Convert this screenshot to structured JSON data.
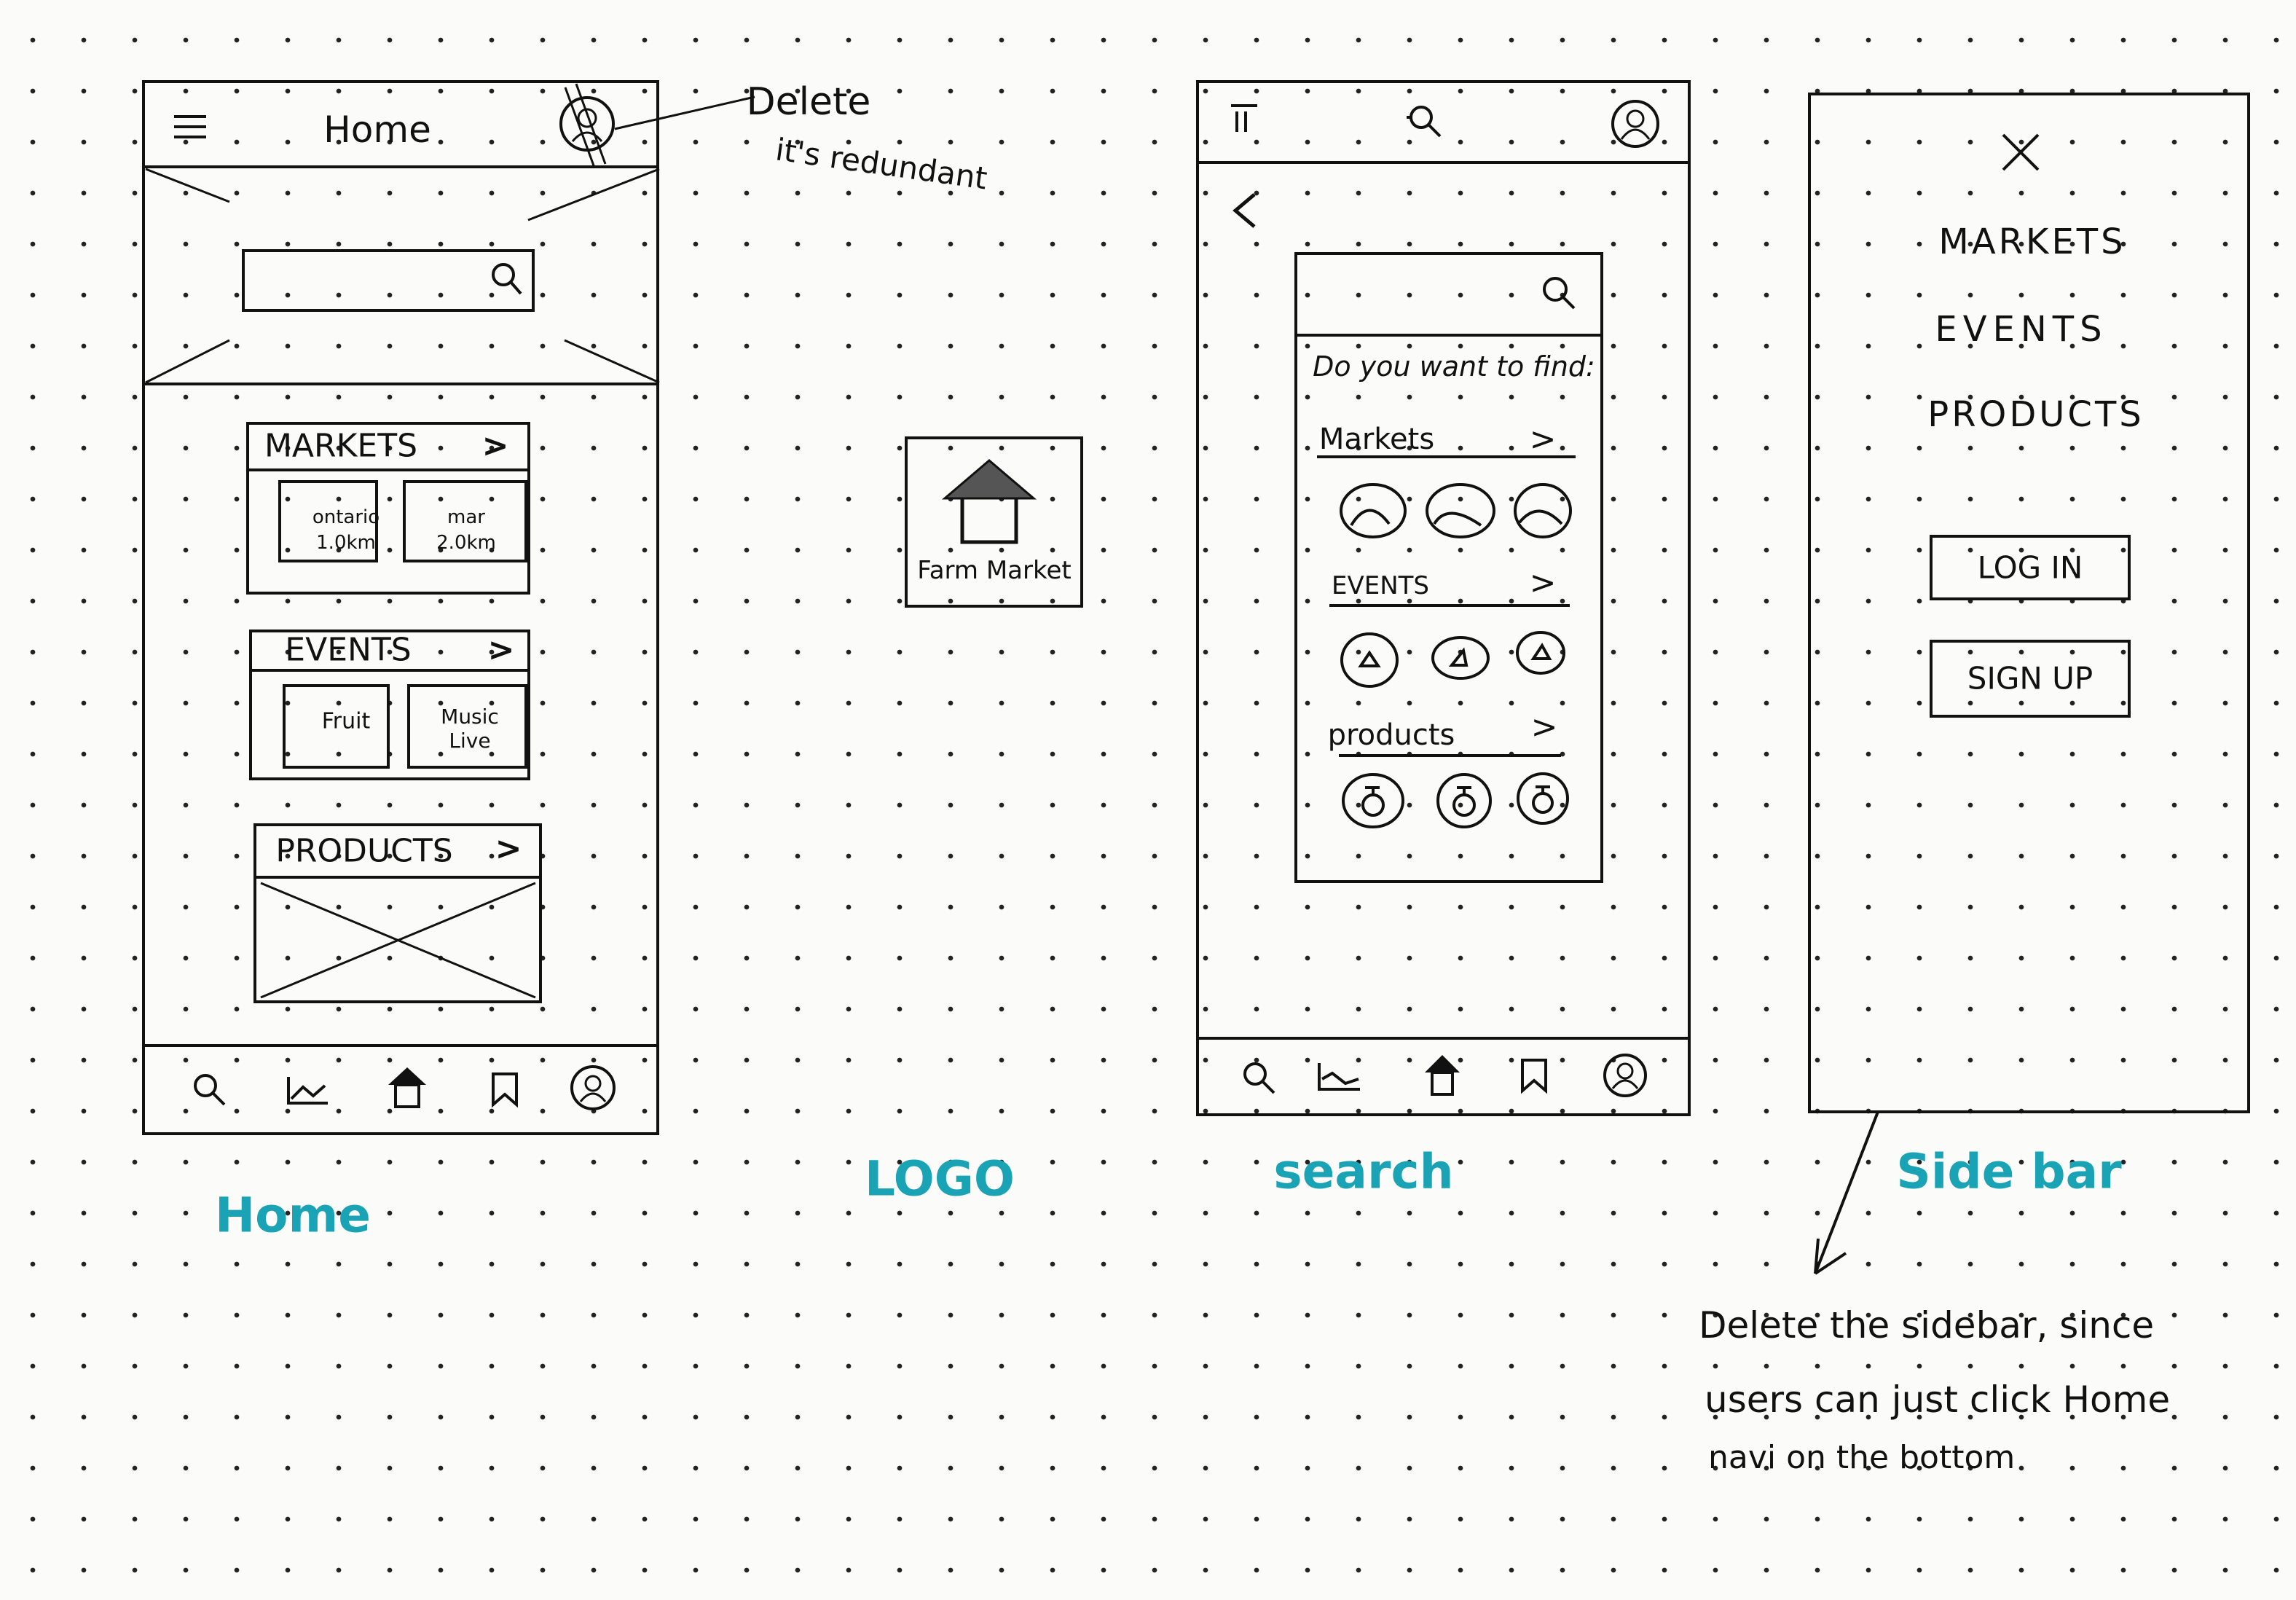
{
  "home": {
    "header_title": "Home",
    "markets": {
      "title": "MARKETS",
      "items": [
        {
          "name": "ontario",
          "distance": "1.0km"
        },
        {
          "name": "mar",
          "distance": "2.0km"
        }
      ]
    },
    "events": {
      "title": "EVENTS",
      "items": [
        {
          "name": "Fruit"
        },
        {
          "name": "Music Live"
        }
      ]
    },
    "products": {
      "title": "PRODUCTS"
    },
    "nav_icons": [
      "search-icon",
      "chart-icon",
      "home-icon",
      "bookmark-icon",
      "profile-icon"
    ],
    "label": "Home"
  },
  "annotation_profile": {
    "line1": "Delete",
    "line2": "it's redundant"
  },
  "logo": {
    "text": "Farm Market",
    "label": "LOGO",
    "roof_color": "#555555"
  },
  "search": {
    "prompt": "Do you want to find:",
    "sections": [
      {
        "title": "Markets"
      },
      {
        "title": "EVENTS"
      },
      {
        "title": "products"
      }
    ],
    "label": "search"
  },
  "sidebar": {
    "items": [
      "MARKETS",
      "EVENTS",
      "PRODUCTS"
    ],
    "login": "LOG IN",
    "signup": "SIGN UP",
    "label": "Side bar"
  },
  "annotation_sidebar": {
    "lines": [
      "Delete the sidebar, since",
      "users can just click Home",
      "navi on the bottom"
    ]
  },
  "colors": {
    "ink": "#111111",
    "label": "#1aa3b5"
  }
}
